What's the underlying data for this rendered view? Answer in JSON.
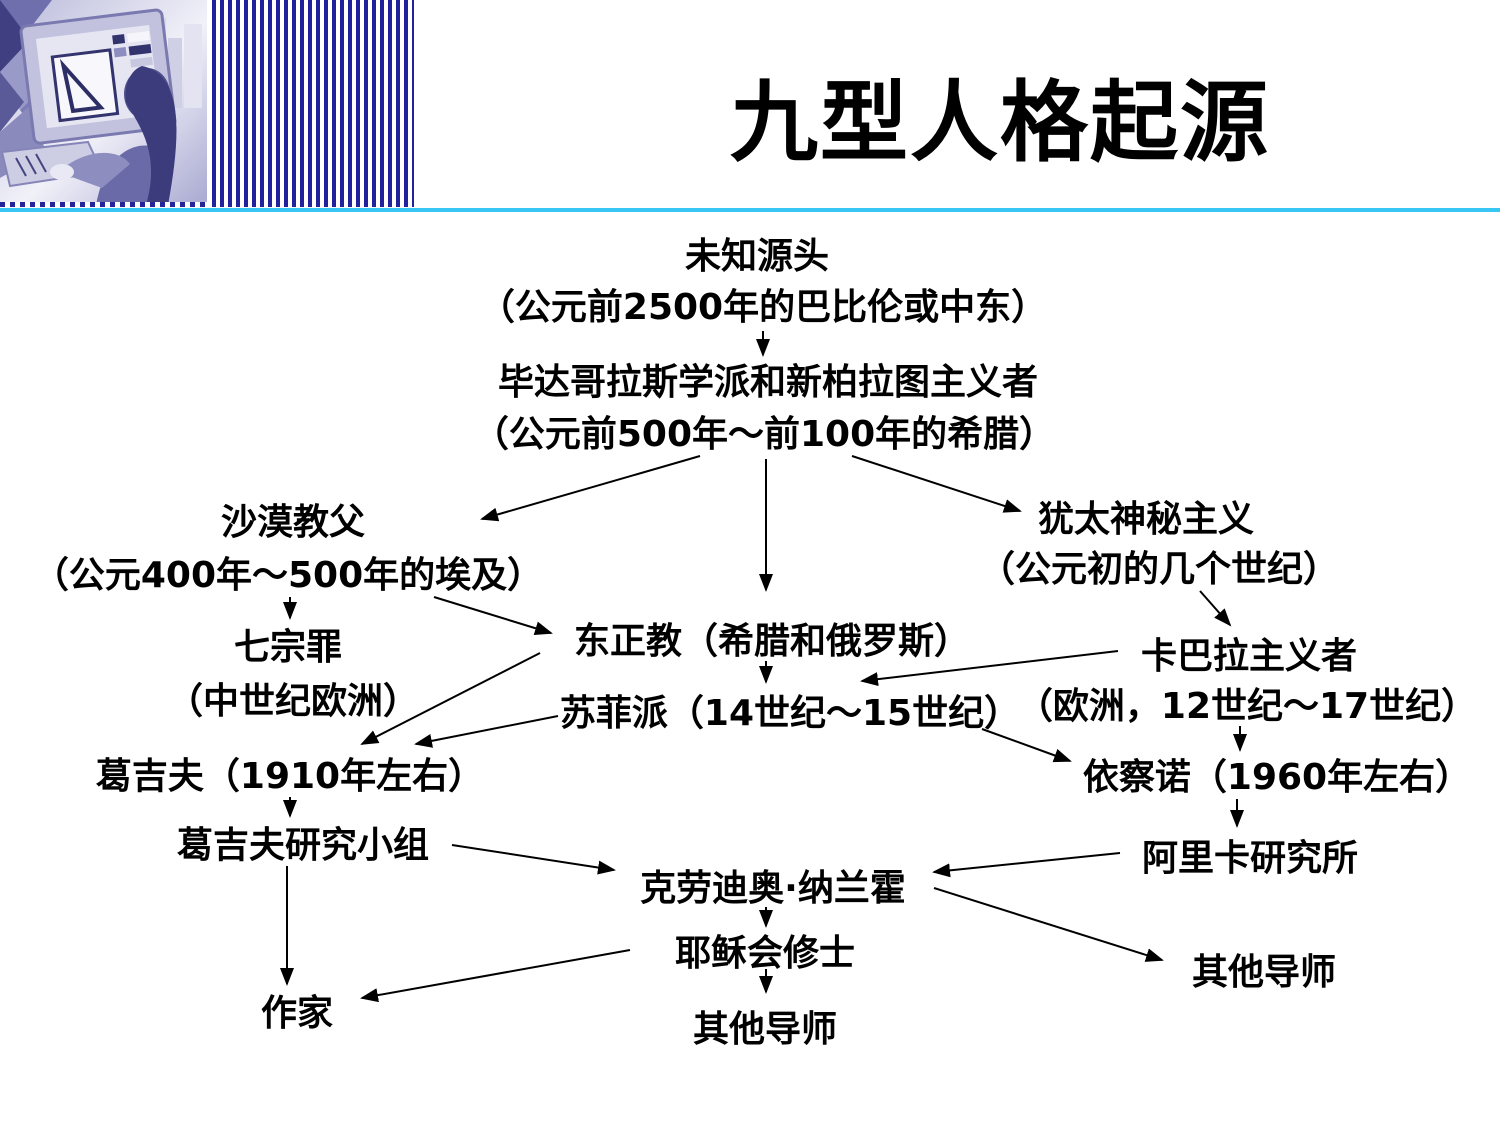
{
  "slide": {
    "title": "九型人格起源"
  },
  "diagram": {
    "nodes": {
      "unknown_source": {
        "name": "未知源头",
        "detail": "（公元前2500年的巴比伦或中东）"
      },
      "pythagoreans": {
        "name": "毕达哥拉斯学派和新柏拉图主义者",
        "detail": "（公元前500年～前100年的希腊）"
      },
      "desert_fathers": {
        "name": "沙漠教父",
        "detail": "（公元400年～500年的埃及）"
      },
      "seven_sins": {
        "name": "七宗罪",
        "detail": "（中世纪欧洲）"
      },
      "eastern_orthodox": {
        "name": "东正教（希腊和俄罗斯）"
      },
      "sufis": {
        "name": "苏菲派（14世纪～15世纪）"
      },
      "jewish_mysticism": {
        "name": "犹太神秘主义",
        "detail": "（公元初的几个世纪）"
      },
      "kabbalists": {
        "name": "卡巴拉主义者",
        "detail": "（欧洲，12世纪～17世纪）"
      },
      "gurdjieff": {
        "name": "葛吉夫（1910年左右）"
      },
      "gurdjieff_group": {
        "name": "葛吉夫研究小组"
      },
      "writers": {
        "name": "作家"
      },
      "naranjo": {
        "name": "克劳迪奥·纳兰霍"
      },
      "jesuits": {
        "name": "耶稣会修士"
      },
      "other_teachers_center": {
        "name": "其他导师"
      },
      "ichazo": {
        "name": "依察诺（1960年左右）"
      },
      "arica_institute": {
        "name": "阿里卡研究所"
      },
      "other_teachers_right": {
        "name": "其他导师"
      }
    }
  }
}
